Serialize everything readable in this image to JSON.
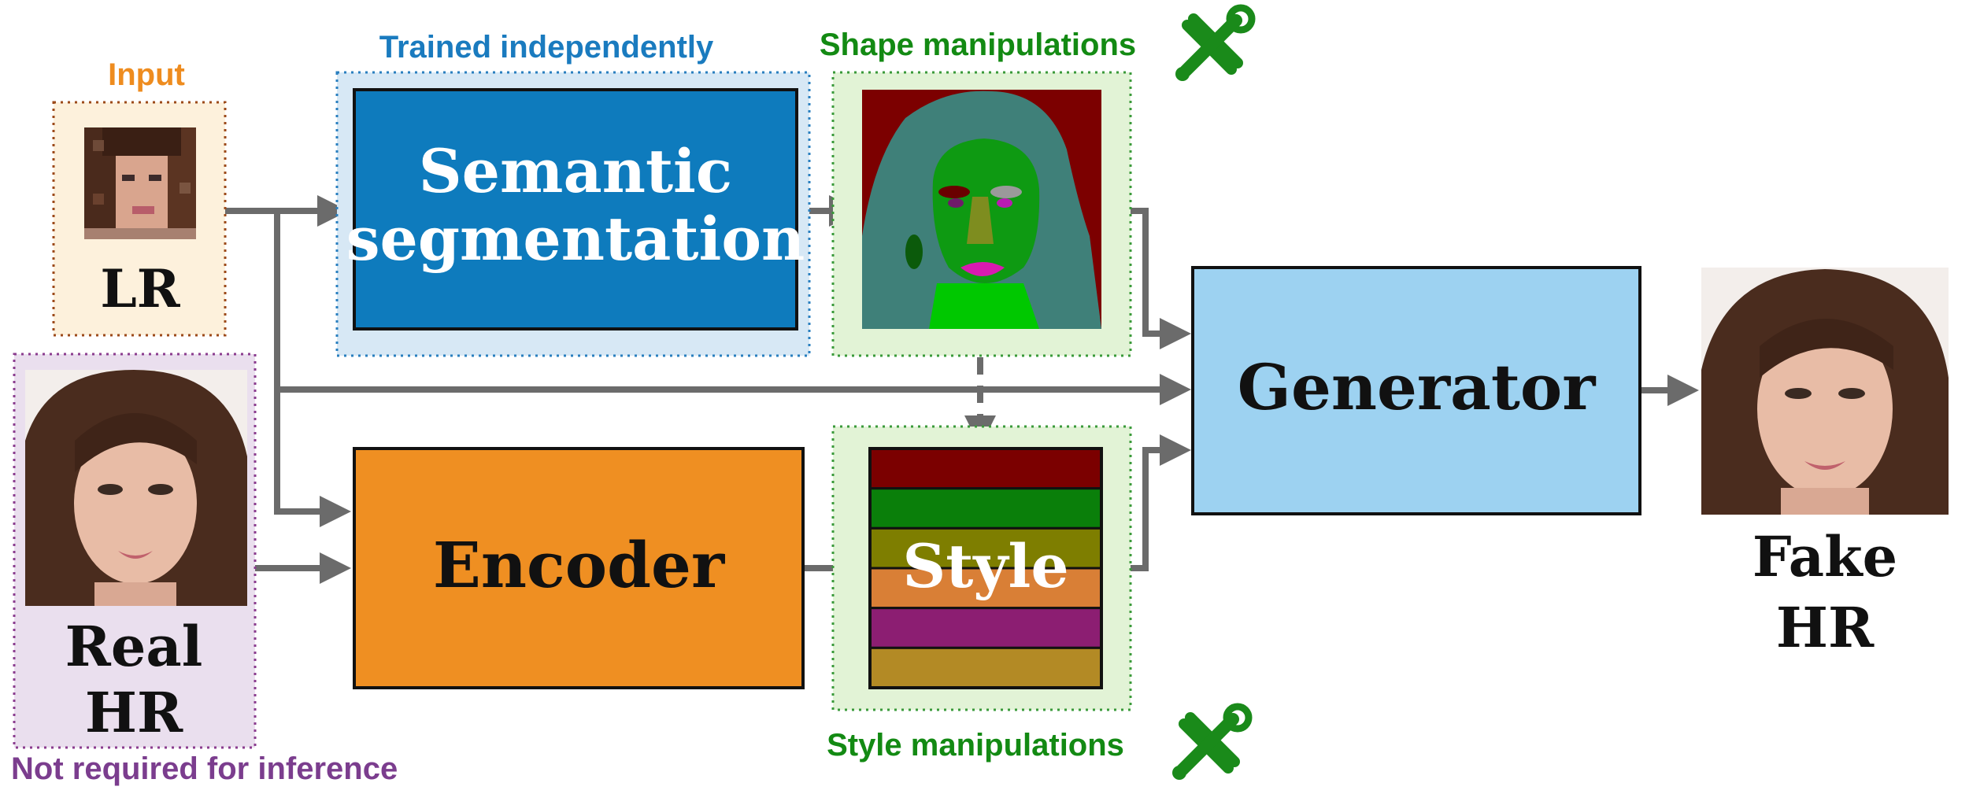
{
  "labels": {
    "input": "Input",
    "trained_independently": "Trained independently",
    "shape_manipulations": "Shape manipulations",
    "style_manipulations": "Style manipulations",
    "not_required": "Not required for inference",
    "lr": "LR",
    "real_hr_line1": "Real",
    "real_hr_line2": "HR",
    "fake_hr_line1": "Fake",
    "fake_hr_line2": "HR"
  },
  "blocks": {
    "segmentation_line1": "Semantic",
    "segmentation_line2": "segmentation",
    "encoder": "Encoder",
    "style": "Style",
    "generator": "Generator"
  },
  "icons": {
    "shape_tools": "wrench-screwdriver-icon",
    "style_tools": "wrench-screwdriver-icon"
  },
  "colors": {
    "input_label": "#ee8c1f",
    "trained_label": "#1a7bbf",
    "manipulation_label": "#138a13",
    "not_required_label": "#7b3d8e",
    "segmentation_fill": "#0e7bbd",
    "encoder_fill": "#ef8f22",
    "generator_fill": "#9dd2f1",
    "arrow": "#6b6b6b"
  },
  "style_stripes": [
    "#7b0000",
    "#0a7f0a",
    "#7e7e00",
    "#d97f36",
    "#8c1e72",
    "#b38a25"
  ]
}
